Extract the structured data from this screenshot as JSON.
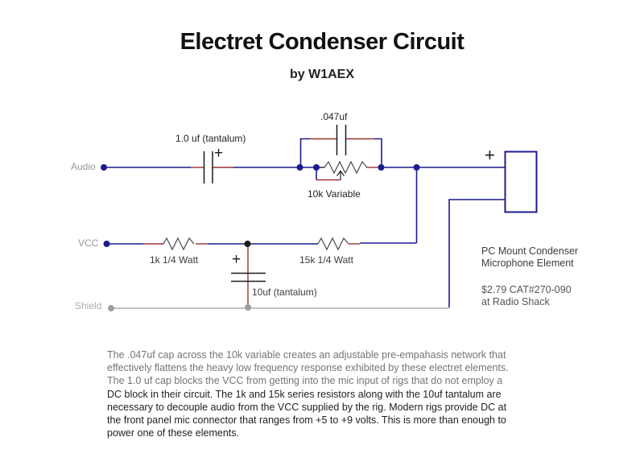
{
  "title": "Electret Condenser Circuit",
  "byline": "by W1AEX",
  "schematic": {
    "terminal_audio": "Audio",
    "terminal_vcc": "VCC",
    "terminal_shield": "Shield",
    "input_cap_label": "1.0 uf (tantalum)",
    "preemphasis_cap_label": ".047uf",
    "potentiometer_label": "10k Variable",
    "resistor1_label": "1k 1/4 Watt",
    "resistor2_label": "15k 1/4 Watt",
    "decoupling_cap_label": "10uf (tantalum)",
    "polarity_mark": "+",
    "mic_description": "PC Mount Condenser\nMicrophone Element",
    "mic_price": "$2.79 CAT#270-090\nat Radio Shack"
  },
  "description": {
    "part1": "The .047uf cap across the 10k variable creates an adjustable pre-empahasis network that\neffectively flattens the heavy low frequency response exhibited by these electret elements.\nThe 1.0 uf cap blocks the VCC from getting into the mic input of rigs that do not employ a",
    "part2": "DC block in their circuit. The 1k and 15k series resistors along with the 10uf tantalum are\nnecessary to decouple audio from the VCC supplied by the rig. Modern rigs provide DC at\nthe front panel mic connector that ranges from +5 to +9 volts. This is more than enough to\npower one of these elements."
  },
  "colors": {
    "wire_blue": "#1c1c8f",
    "wire_red": "#993333",
    "shield_gray": "#ababab",
    "component_dark": "#1a1a1a"
  }
}
